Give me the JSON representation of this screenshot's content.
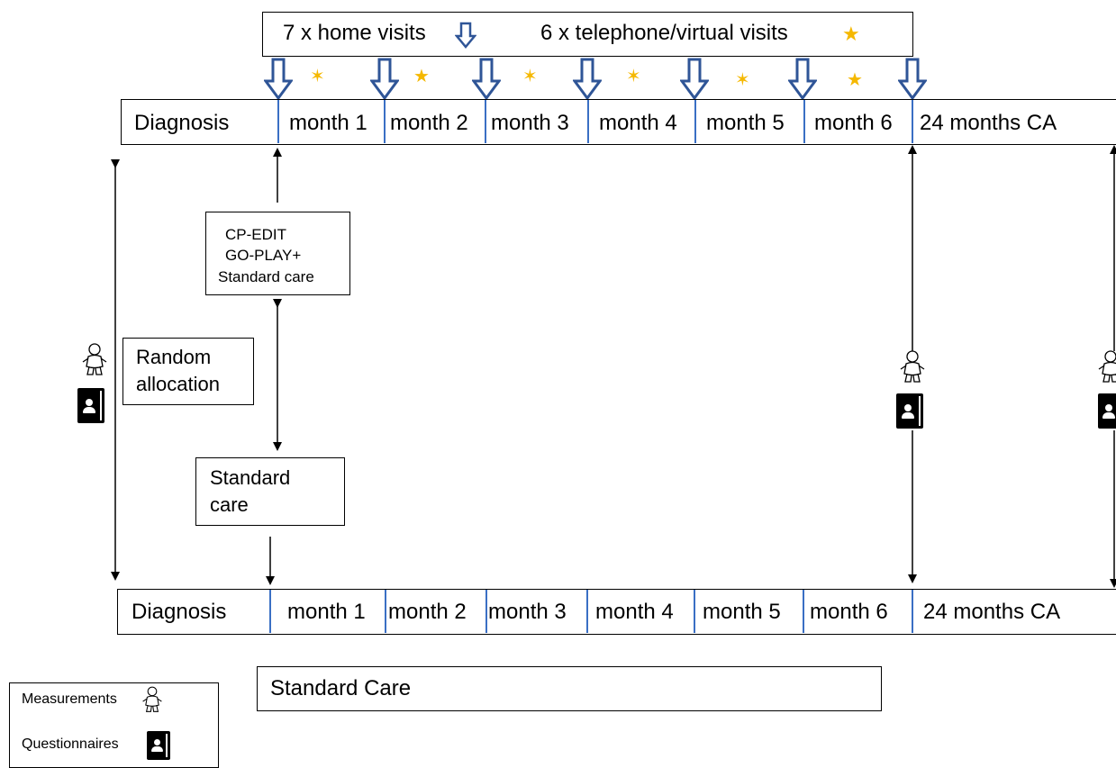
{
  "header": {
    "home_visits": "7 x home visits",
    "telephone_visits": "6 x telephone/virtual visits"
  },
  "timeline_top": [
    "Diagnosis",
    "month 1",
    "month 2",
    "month 3",
    "month 4",
    "month 5",
    "month 6",
    "24 months CA"
  ],
  "timeline_bottom": [
    "Diagnosis",
    "month 1",
    "month 2",
    "month 3",
    "month 4",
    "month 5",
    "month 6",
    "24 months CA"
  ],
  "intervention": {
    "line1": "CP-EDIT",
    "line2": "GO-PLAY+",
    "line3": "Standard care"
  },
  "random_allocation": {
    "line1": "Random",
    "line2": "allocation"
  },
  "standard_care_box": {
    "line1": "Standard",
    "line2": "care"
  },
  "standard_care_banner": "Standard Care",
  "legend": {
    "measurements": "Measurements",
    "questionnaires": "Questionnaires"
  },
  "icons": {
    "visit_arrow": "home-visit-arrow-icon",
    "star": "virtual-visit-star-icon",
    "baby": "baby-measurement-icon",
    "questionnaire": "questionnaire-icon"
  },
  "colors": {
    "arrow_blue": "#2f5597",
    "star_gold": "#f5b800",
    "separator_blue": "#3a6fc4"
  }
}
